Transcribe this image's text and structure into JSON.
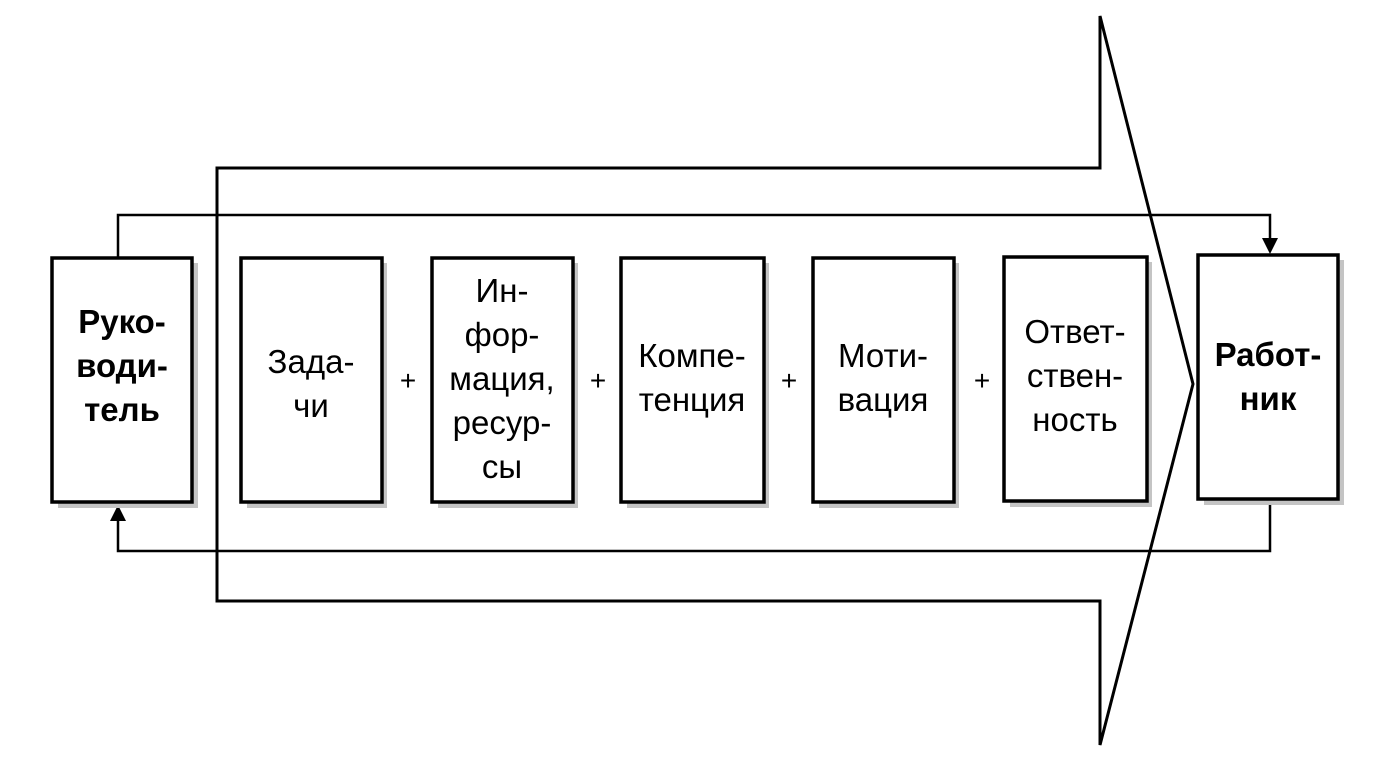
{
  "diagram": {
    "manager": {
      "lines": [
        "Руко-",
        "води-",
        "тель"
      ]
    },
    "worker": {
      "lines": [
        "Работ-",
        "ник"
      ]
    },
    "factors": [
      {
        "id": "tasks",
        "lines": [
          "Зада-",
          "чи"
        ]
      },
      {
        "id": "information-resources",
        "lines": [
          "Ин-",
          "фор-",
          "мация,",
          "ресур-",
          "сы"
        ]
      },
      {
        "id": "competence",
        "lines": [
          "Компе-",
          "тенция"
        ]
      },
      {
        "id": "motivation",
        "lines": [
          "Моти-",
          "вация"
        ]
      },
      {
        "id": "responsibility",
        "lines": [
          "Ответ-",
          "ствен-",
          "ность"
        ]
      }
    ],
    "operators": [
      "+",
      "+",
      "+",
      "+"
    ],
    "colors": {
      "line": "#000000",
      "shadow": "#b8b8b8",
      "background": "#ffffff"
    }
  }
}
